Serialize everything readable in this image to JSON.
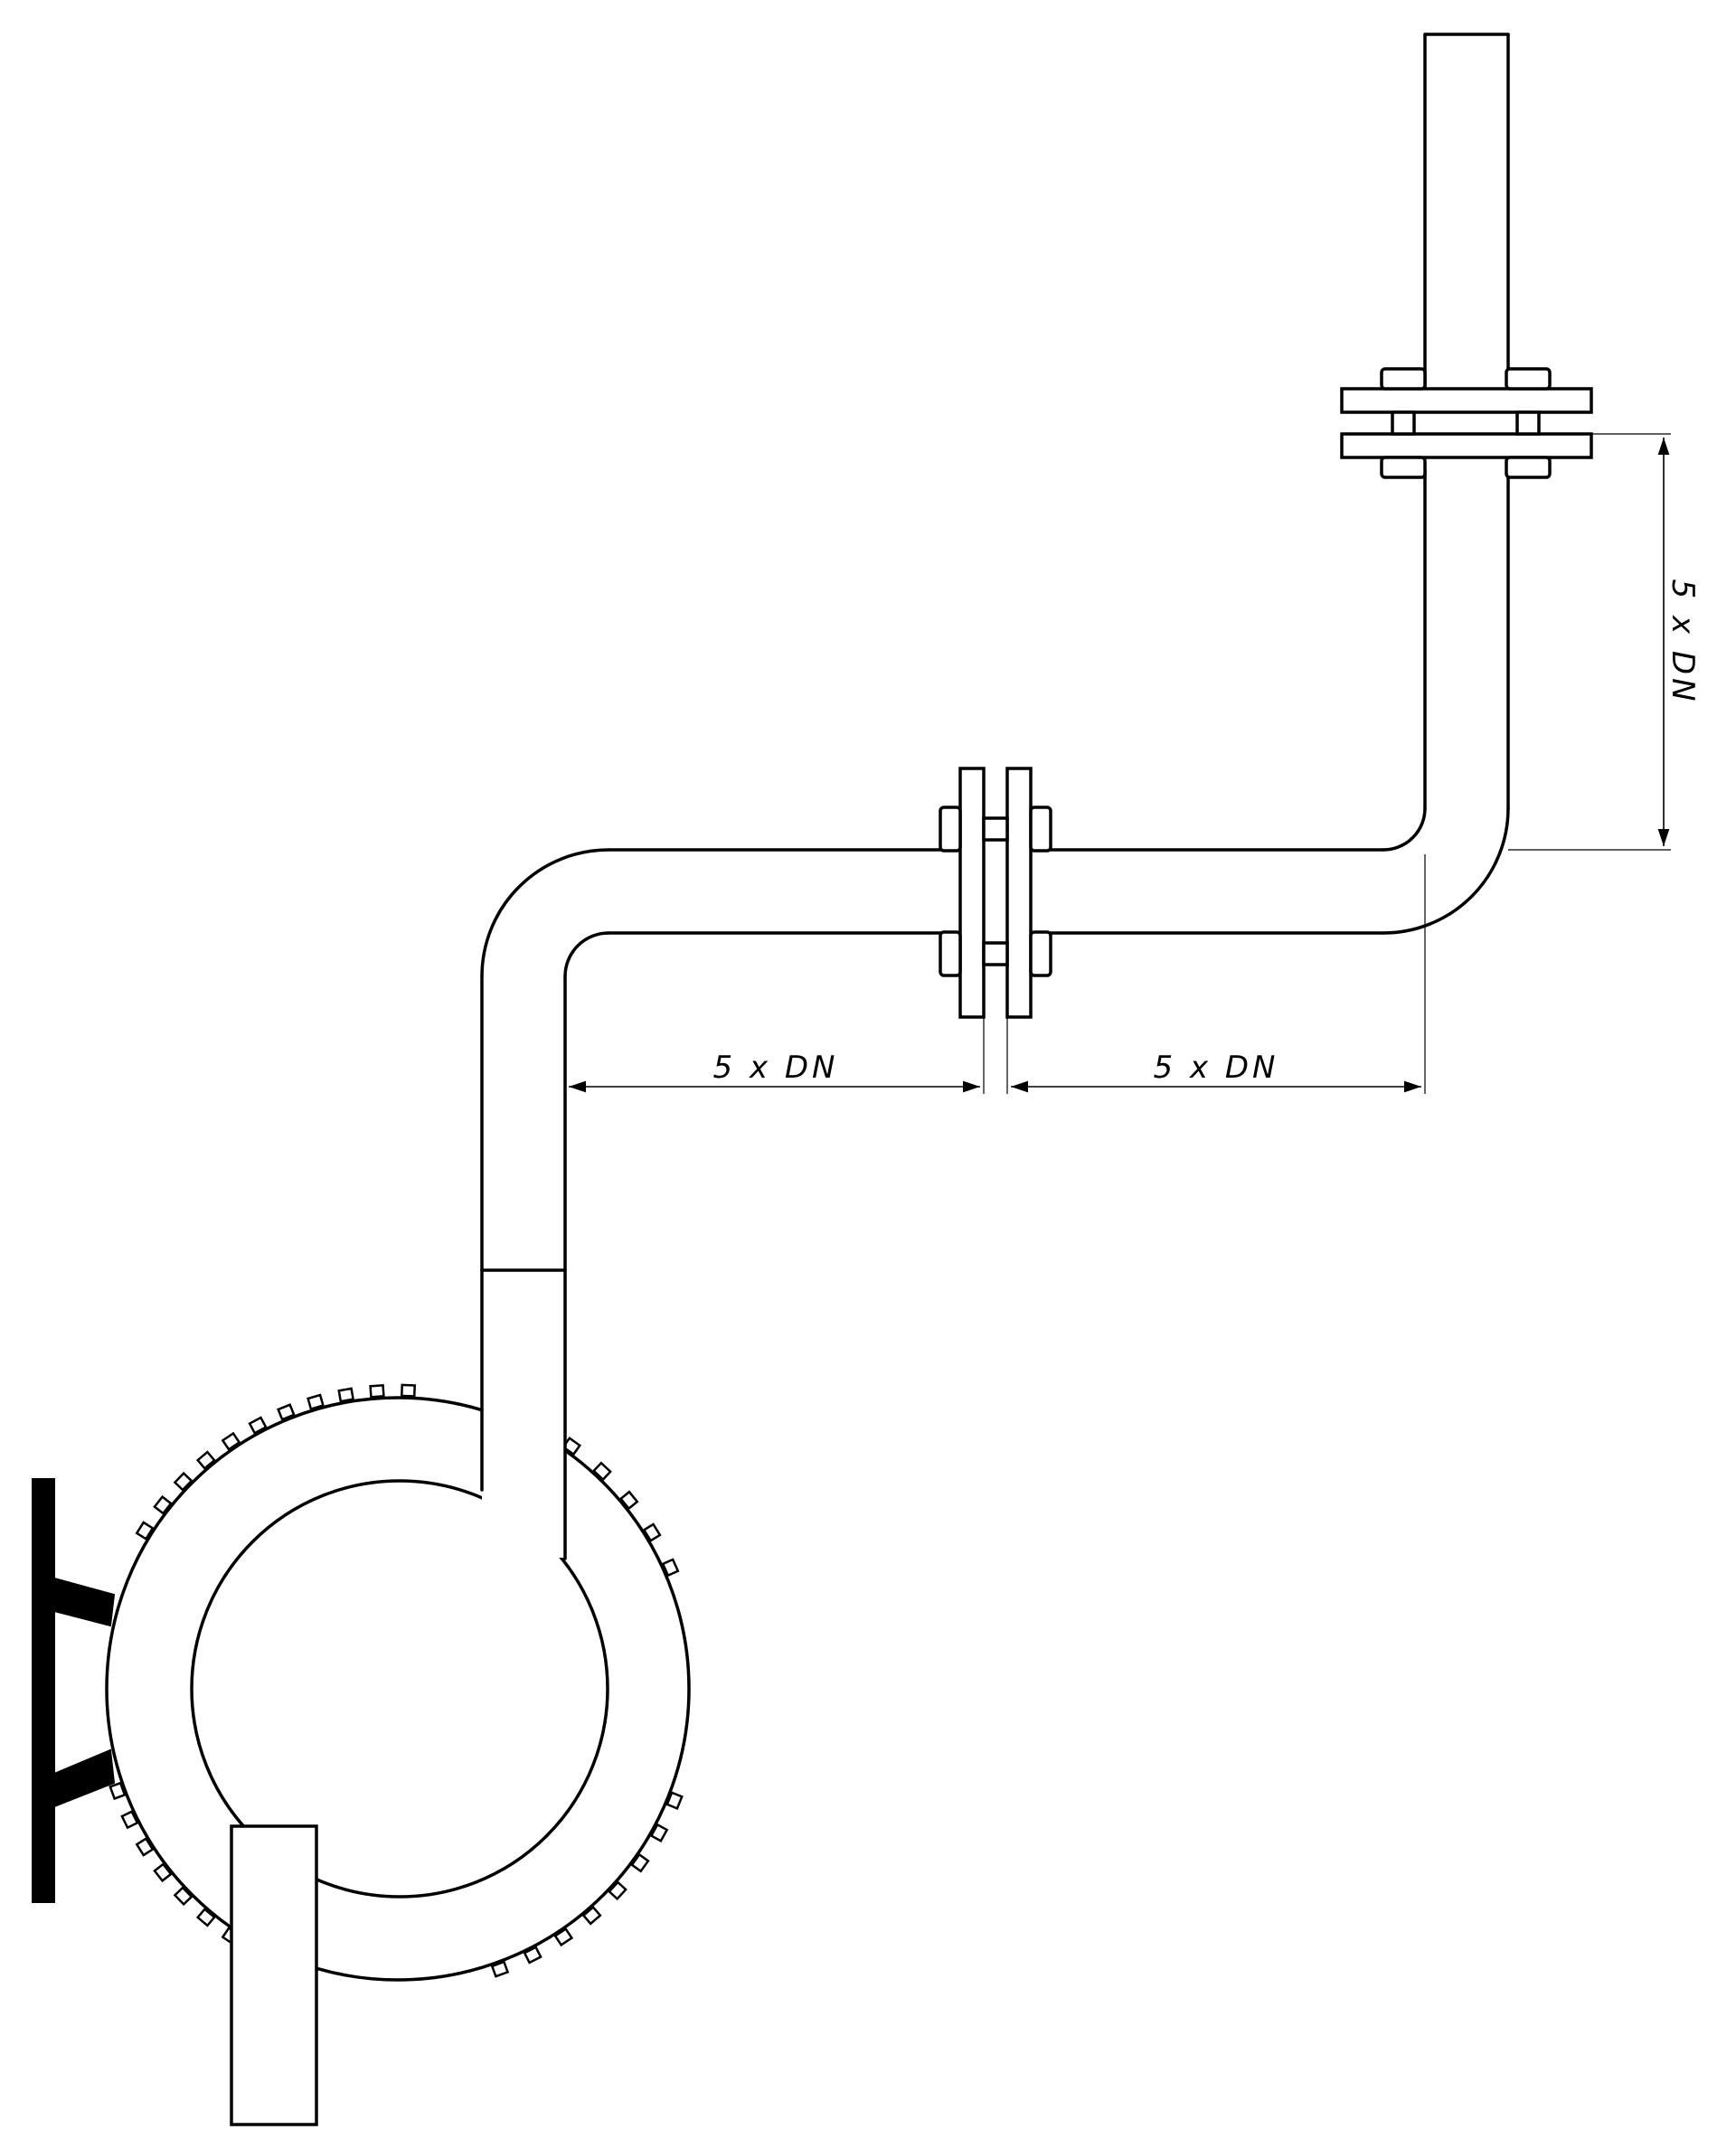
{
  "diagram": {
    "background_color": "#ffffff",
    "line_color": "#000000",
    "dimensions": {
      "upstream_left": {
        "label": "5 x DN"
      },
      "upstream_right": {
        "label": "5 x DN"
      },
      "vertical_riser": {
        "label": "5 x DN"
      }
    }
  }
}
